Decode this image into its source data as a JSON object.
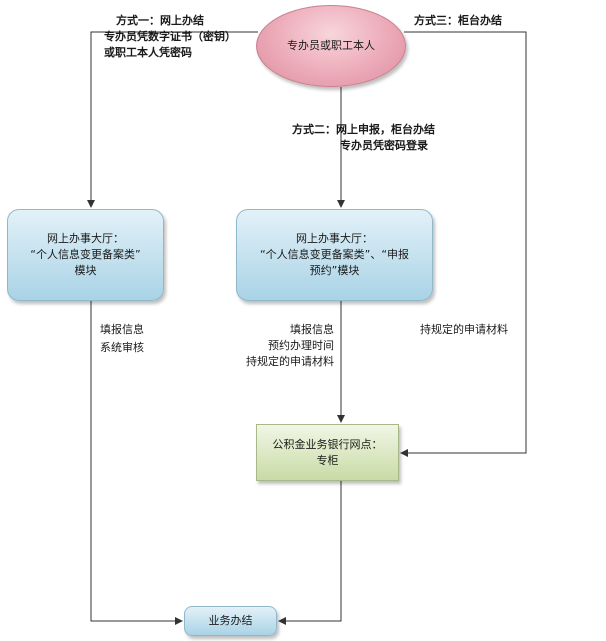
{
  "nodes": {
    "start": "专办员或职工本人",
    "hall1": [
      "网上办事大厅：",
      "“个人信息变更备案类”",
      "模块"
    ],
    "hall2": [
      "网上办事大厅：",
      "“个人信息变更备案类”、“申报",
      "预约”模块"
    ],
    "bank": [
      "公积金业务银行网点：",
      "专柜"
    ],
    "end": "业务办结"
  },
  "labels": {
    "way1": [
      "方式一：网上办结",
      "专办员凭数字证书（密钥）",
      "或职工本人凭密码"
    ],
    "way2": [
      "方式二：网上申报，柜台办结",
      "专办员凭密码登录"
    ],
    "way3": "方式三：柜台办结",
    "step1": [
      "填报信息",
      "系统审核"
    ],
    "step2": [
      "填报信息",
      "预约办理时间",
      "持规定的申请材料"
    ],
    "step3": "持规定的申请材料"
  }
}
